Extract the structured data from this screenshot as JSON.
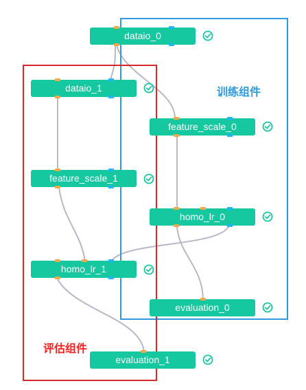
{
  "nodes": {
    "dataio_0": "dataio_0",
    "dataio_1": "dataio_1",
    "feature_scale_0": "feature_scale_0",
    "feature_scale_1": "feature_scale_1",
    "homo_lr_0": "homo_lr_0",
    "homo_lr_1": "homo_lr_1",
    "evaluation_0": "evaluation_0",
    "evaluation_1": "evaluation_1"
  },
  "groups": {
    "train_label": "训练组件",
    "eval_label": "评估组件"
  },
  "colors": {
    "node": "#15c8a0",
    "data_port": "#f2a84a",
    "model_port": "#1fb6f5",
    "edge": "#b9b6c8",
    "check": "#15c8a0",
    "train_box": "#2b9ae3",
    "eval_box": "#d9262b"
  },
  "icons": {
    "status": "check-circle-icon"
  }
}
